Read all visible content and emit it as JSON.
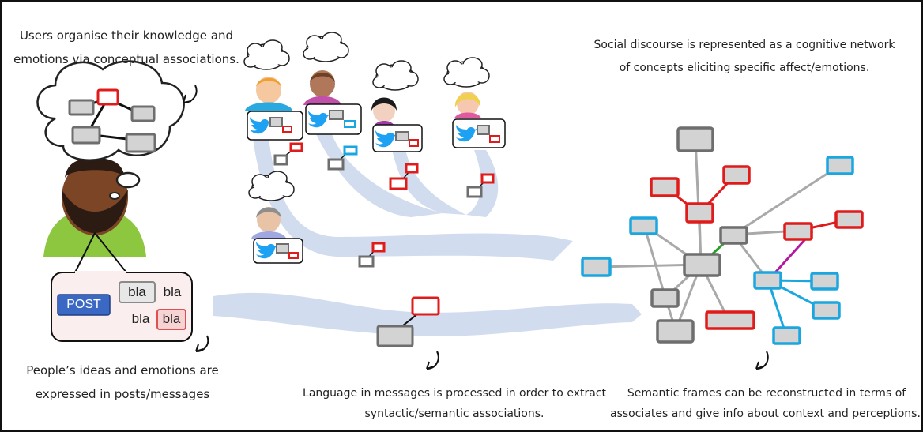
{
  "captions": {
    "top_left_1": "Users organise their knowledge and",
    "top_left_2": "emotions via conceptual associations.",
    "top_right_1": "Social discourse is represented as a cognitive network",
    "top_right_2": "of concepts eliciting specific affect/emotions.",
    "bottom_left_1": "People’s ideas and emotions are",
    "bottom_left_2": "expressed in posts/messages",
    "bottom_mid_1": "Language in messages is processed in order to extract",
    "bottom_mid_2": "syntactic/semantic associations.",
    "bottom_right_1": "Semantic frames can be reconstructed in terms of",
    "bottom_right_2": "associates and give info about context and perceptions."
  },
  "post": {
    "button": "POST",
    "w1": "bla",
    "w2": "bla",
    "w3": "bla",
    "w4": "bla"
  },
  "colors": {
    "grey_node": "#d3d3d3",
    "grey_border": "#6e6e6e",
    "red": "#e01b1b",
    "blue": "#1aa7e0",
    "twitter": "#1da1f2",
    "flow": "#c9d6ec",
    "post_button": "#3b68c3",
    "green_edge": "#2ca02c",
    "magenta_edge": "#b5179e"
  },
  "icons": [
    "thought-cloud-icon",
    "twitter-bird-icon",
    "user-avatar-icon",
    "curved-arrow-icon"
  ]
}
